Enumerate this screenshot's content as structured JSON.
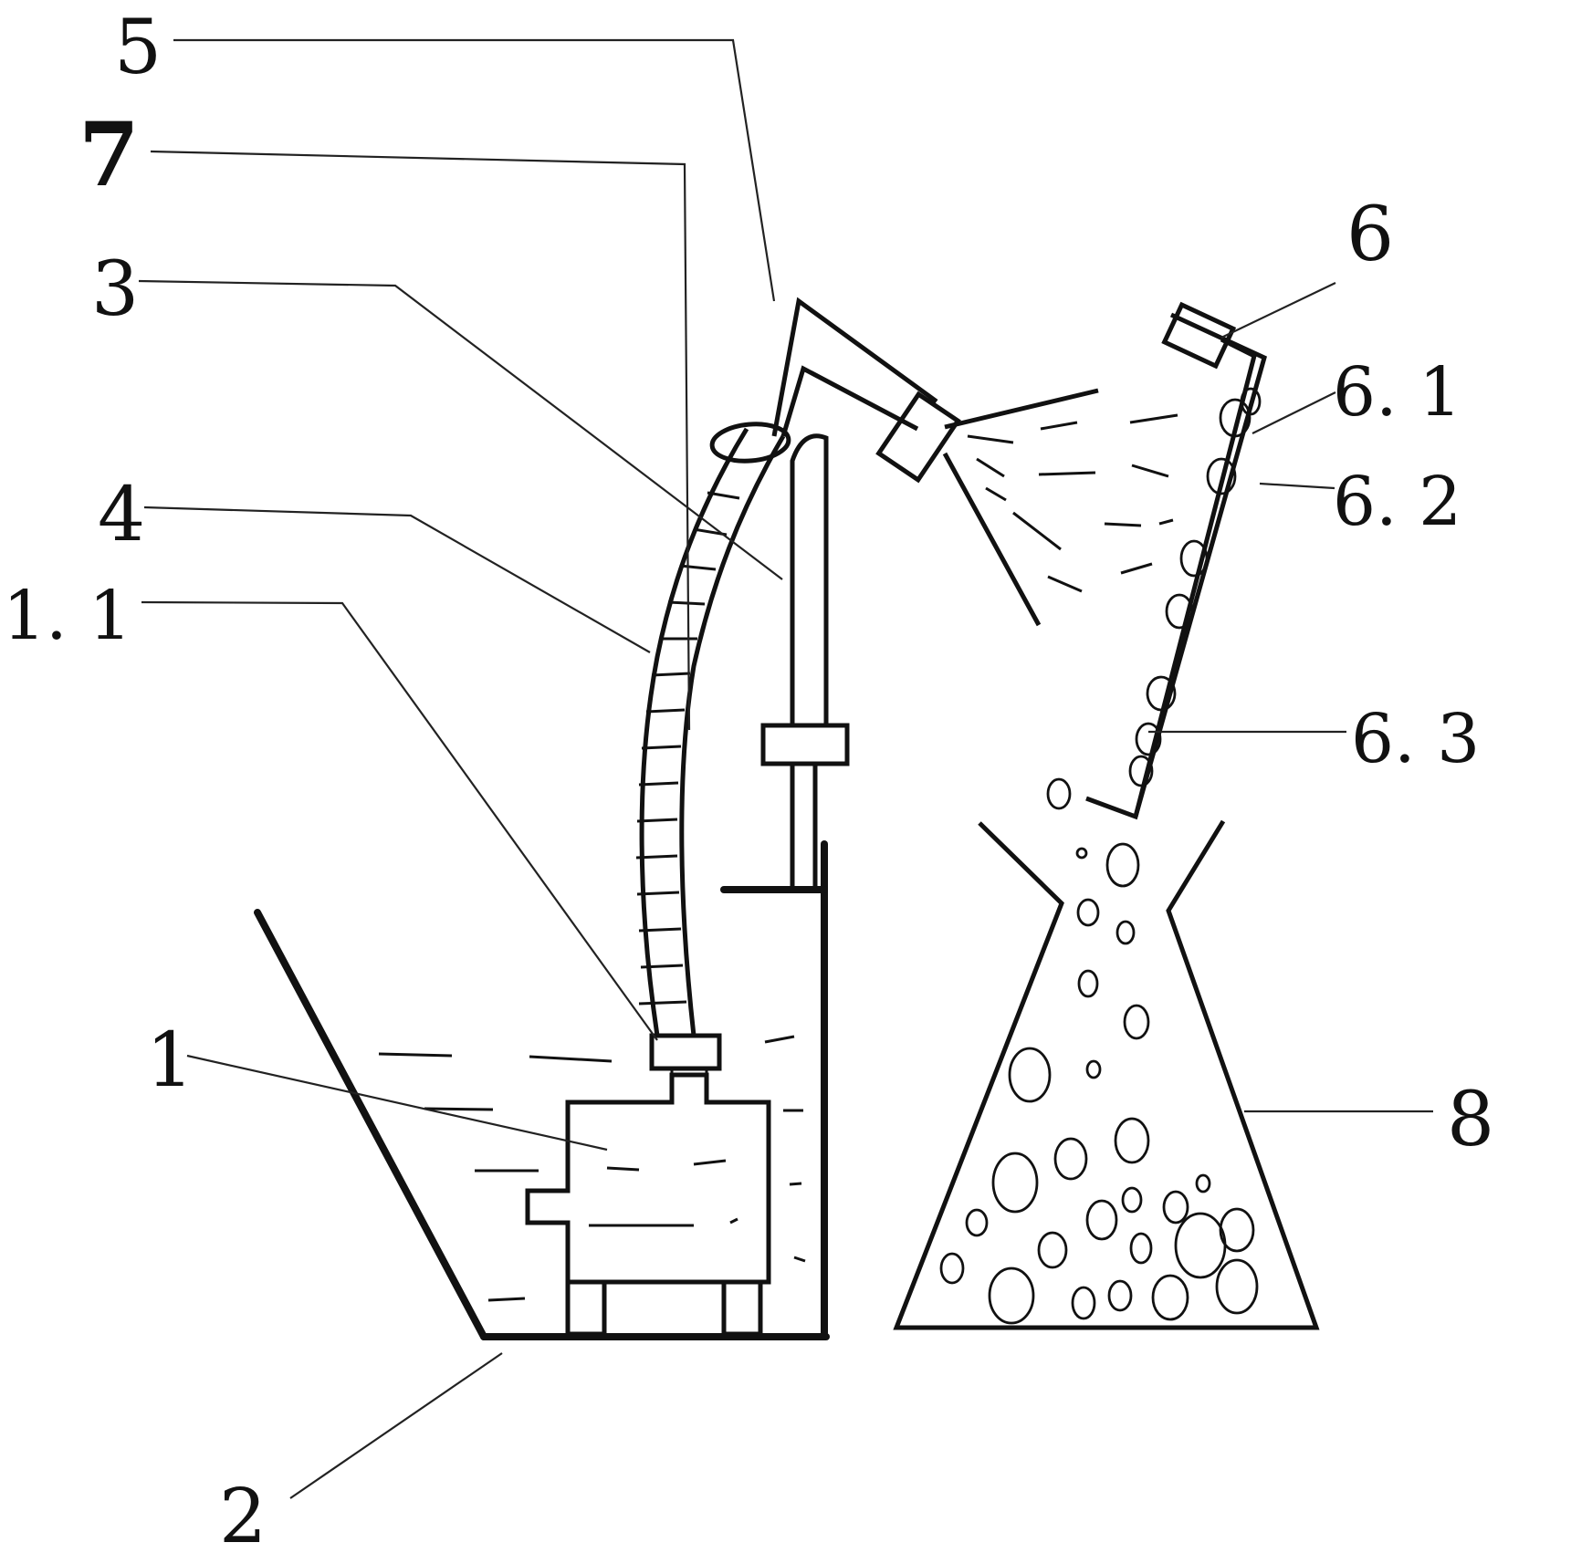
{
  "labels": {
    "l5": "5",
    "l7": "7",
    "l3": "3",
    "l4": "4",
    "l1_1": "1. 1",
    "l1": "1",
    "l2": "2",
    "l6": "6",
    "l6_1": "6. 1",
    "l6_2": "6. 2",
    "l6_3": "6. 3",
    "l8": "8"
  },
  "colors": {
    "ink": "#111111",
    "background": "#ffffff"
  }
}
